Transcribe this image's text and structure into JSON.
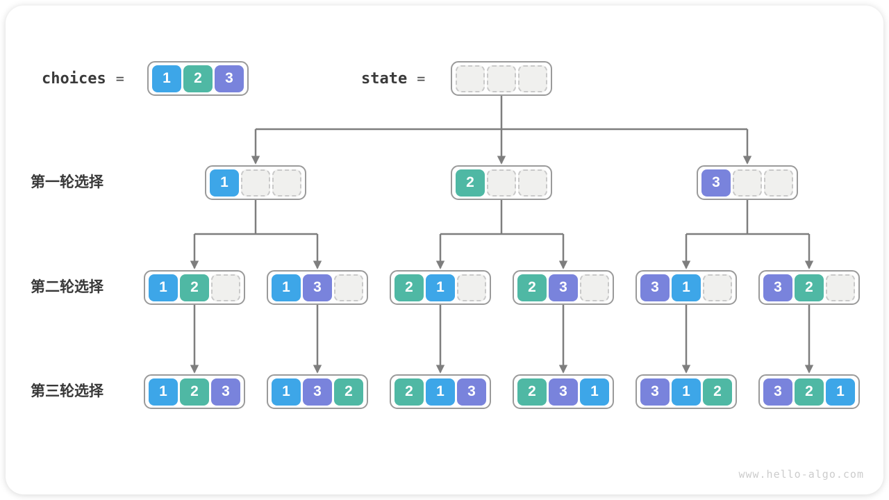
{
  "title_row": {
    "choices_label": "choices",
    "equals": "=",
    "choices_values": [
      1,
      2,
      3
    ],
    "state_label": "state",
    "state_slots": 3
  },
  "slots_per_node": 3,
  "rows": [
    {
      "label": "第一轮选择",
      "nodes": [
        [
          1
        ],
        [
          2
        ],
        [
          3
        ]
      ]
    },
    {
      "label": "第二轮选择",
      "nodes": [
        [
          1,
          2
        ],
        [
          1,
          3
        ],
        [
          2,
          1
        ],
        [
          2,
          3
        ],
        [
          3,
          1
        ],
        [
          3,
          2
        ]
      ]
    },
    {
      "label": "第三轮选择",
      "nodes": [
        [
          1,
          2,
          3
        ],
        [
          1,
          3,
          2
        ],
        [
          2,
          1,
          3
        ],
        [
          2,
          3,
          1
        ],
        [
          3,
          1,
          2
        ],
        [
          3,
          2,
          1
        ]
      ]
    }
  ],
  "colors": {
    "1": "#3DA6E8",
    "2": "#4FB8A4",
    "3": "#7983DC",
    "line": "#7E7E7E",
    "node_border": "#9a9a9a",
    "empty_fill": "#f0f0ee"
  },
  "watermark": "www.hello-algo.com"
}
